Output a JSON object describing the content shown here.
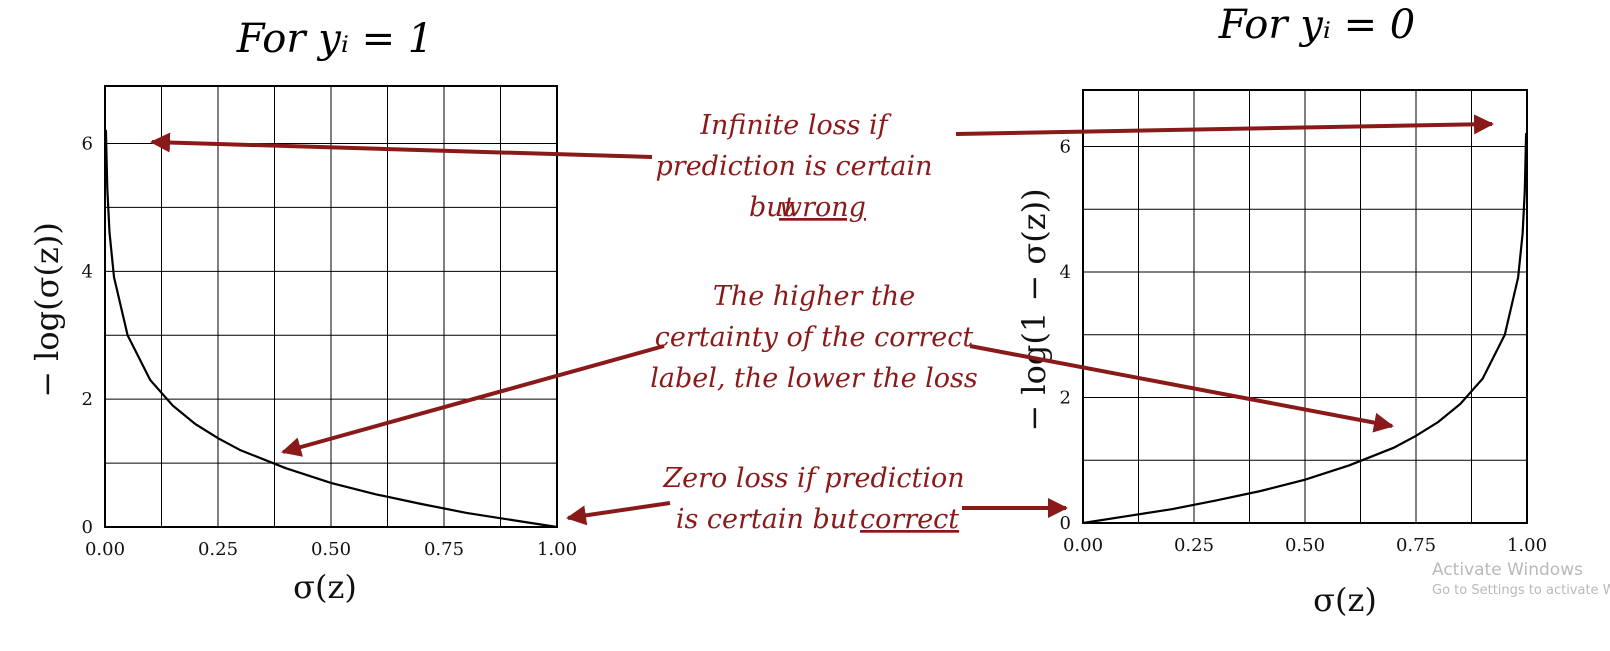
{
  "chart_data": [
    {
      "type": "line",
      "title": "For yᵢ = 1",
      "xlabel": "σ(z)",
      "ylabel": "− log(σ(z))",
      "xlim": [
        0,
        1
      ],
      "ylim": [
        0,
        6.9
      ],
      "xticks": [
        "0.00",
        "0.25",
        "0.50",
        "0.75",
        "1.00"
      ],
      "yticks": [
        "0",
        "2",
        "4",
        "6"
      ],
      "grid": true,
      "series": [
        {
          "x": [
            0.002,
            0.005,
            0.01,
            0.02,
            0.05,
            0.1,
            0.15,
            0.2,
            0.25,
            0.3,
            0.4,
            0.5,
            0.6,
            0.7,
            0.8,
            0.9,
            1.0
          ],
          "y": [
            6.21,
            5.3,
            4.61,
            3.91,
            3.0,
            2.3,
            1.9,
            1.61,
            1.39,
            1.2,
            0.92,
            0.69,
            0.51,
            0.36,
            0.22,
            0.11,
            0.0
          ]
        }
      ]
    },
    {
      "type": "line",
      "title": "For yᵢ = 0",
      "xlabel": "σ(z)",
      "ylabel": "− log(1 − σ(z))",
      "xlim": [
        0,
        1
      ],
      "ylim": [
        0,
        6.9
      ],
      "xticks": [
        "0.00",
        "0.25",
        "0.50",
        "0.75",
        "1.00"
      ],
      "yticks": [
        "0",
        "2",
        "4",
        "6"
      ],
      "grid": true,
      "series": [
        {
          "x": [
            0.0,
            0.1,
            0.2,
            0.3,
            0.4,
            0.5,
            0.6,
            0.7,
            0.75,
            0.8,
            0.85,
            0.9,
            0.95,
            0.98,
            0.99,
            0.995,
            0.998
          ],
          "y": [
            0.0,
            0.11,
            0.22,
            0.36,
            0.51,
            0.69,
            0.92,
            1.2,
            1.39,
            1.61,
            1.9,
            2.3,
            3.0,
            3.91,
            4.61,
            5.3,
            6.21
          ]
        }
      ]
    }
  ],
  "annotations": [
    {
      "lines": [
        "Infinite loss if",
        "prediction is certain",
        "but wrong"
      ],
      "underline": "wrong"
    },
    {
      "lines": [
        "The higher the",
        "certainty of the correct",
        "label, the lower the loss"
      ]
    },
    {
      "lines": [
        "Zero loss if prediction",
        "is certain but correct"
      ],
      "underline": "correct"
    }
  ],
  "colors": {
    "annotation": "#8a1a1a",
    "curve": "#000000",
    "grid": "#000000"
  },
  "watermark": {
    "line1": "Activate Windows",
    "line2": "Go to Settings to activate Windows."
  }
}
